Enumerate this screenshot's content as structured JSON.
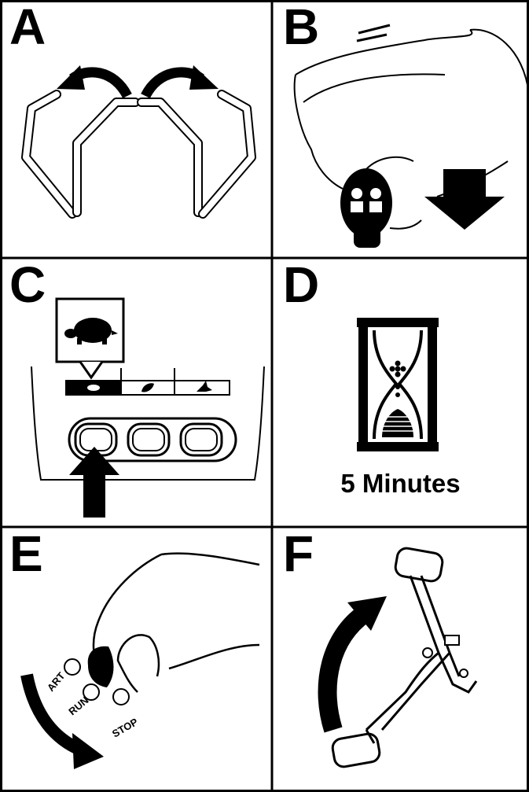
{
  "panels": [
    {
      "letter": "A",
      "topic": "open-operator-presence-levers"
    },
    {
      "letter": "B",
      "topic": "pull-choke-knob"
    },
    {
      "letter": "C",
      "topic": "press-slow-speed-button"
    },
    {
      "letter": "D",
      "topic": "wait",
      "caption": "5 Minutes"
    },
    {
      "letter": "E",
      "topic": "turn-key-switch",
      "key_labels": {
        "start": "ART",
        "run": "RUN",
        "stop": "STOP"
      }
    },
    {
      "letter": "F",
      "topic": "lower-lever"
    }
  ],
  "icons": {
    "slow_speed": "turtle-icon",
    "eco_mode": "leaf-icon",
    "fast_speed": "rabbit-icon",
    "timer": "hourglass-icon"
  },
  "colors": {
    "ink": "#000000",
    "paper": "#ffffff"
  }
}
